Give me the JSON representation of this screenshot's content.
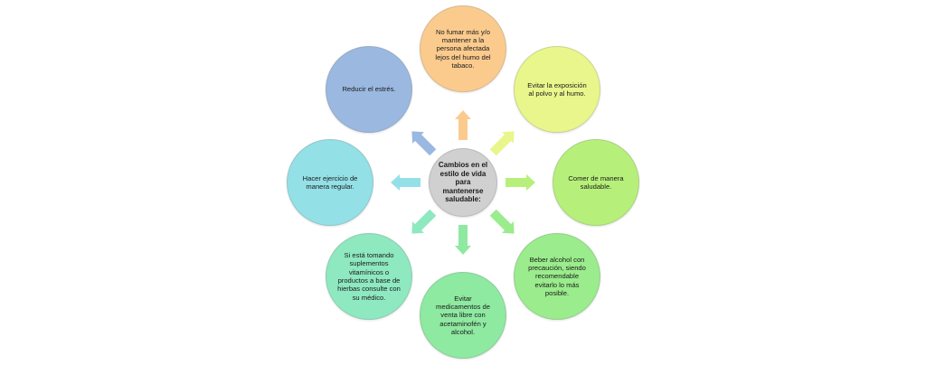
{
  "center": {
    "label": "Cambios en el\nestilo de vida\npara\nmantenerse\nsaludable:",
    "color": "#d0d0d0"
  },
  "nodes": [
    {
      "id": "top",
      "label": "No fumar más y/o\nmantener a la\npersona afectada\nlejos del humo del\ntabaco.",
      "color": "#fbcb8e",
      "arrow": "#fbcb8e"
    },
    {
      "id": "top-right",
      "label": "Evitar la exposición\nal polvo y al humo.",
      "color": "#e9f68c",
      "arrow": "#e9f68c"
    },
    {
      "id": "right",
      "label": "Comer de manera\nsaludable.",
      "color": "#b6f07a",
      "arrow": "#b6f07a"
    },
    {
      "id": "bottom-right",
      "label": "Beber alcohol con\nprecaución, siendo\nrecomendable\nevitarlo lo más\nposible.",
      "color": "#9aec8c",
      "arrow": "#9aec8c"
    },
    {
      "id": "bottom",
      "label": "Evitar\nmedicamentos de\nventa libre con\nacetaminofén y\nalcohol.",
      "color": "#8ee9a1",
      "arrow": "#8ee9a1"
    },
    {
      "id": "bottom-left",
      "label": "Si está tomando\nsuplementos\nvitamínicos o\nproductos a base de\nhierbas consulte con\nsu médico.",
      "color": "#8ee8c0",
      "arrow": "#8ee8c0"
    },
    {
      "id": "left",
      "label": "Hacer ejercicio de\nmanera regular.",
      "color": "#93e0e6",
      "arrow": "#93e0e6"
    },
    {
      "id": "top-left",
      "label": "Reducir el estrés.",
      "color": "#9ab8e0",
      "arrow": "#9ab8e0"
    }
  ]
}
